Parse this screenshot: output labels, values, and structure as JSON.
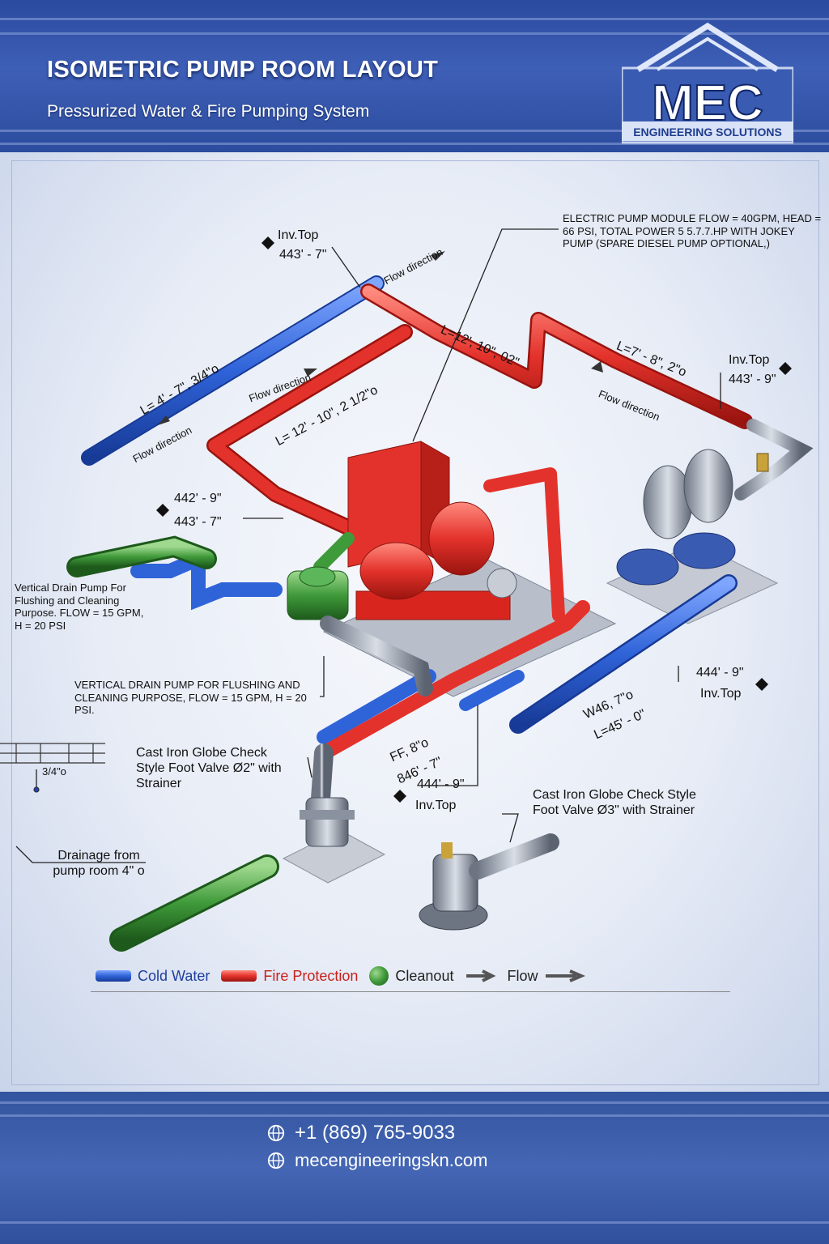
{
  "header": {
    "title": "ISOMETRIC PUMP ROOM LAYOUT",
    "subtitle": "Pressurized Water & Fire Pumping System",
    "logo_text": "MEC",
    "logo_tagline": "ENGINEERING SOLUTIONS"
  },
  "annotations": {
    "inv_top_1": "Inv.Top",
    "inv_top_1_value": "443' - 7\"",
    "flow_direction_1": "Flow direction",
    "electric_pump_note": "ELECTRIC PUMP MODULE FLOW = 40GPM, HEAD = 66 PSI, TOTAL POWER 5 5.7.7.HP WITH JOKEY PUMP (SPARE DIESEL PUMP OPTIONAL,)",
    "length_1": "L= 4' - 7\", 3/4\"o",
    "flow_direction_2": "Flow direction",
    "length_2": "L=12', 10\", 02\"",
    "length_3": "L=7' - 8\", 2\"o",
    "inv_top_2": "Inv.Top",
    "inv_top_2_value": "443' - 9\"",
    "flow_direction_3": "Flow direction",
    "length_4": "L= 12' - 10\", 2 1/2\"o",
    "flow_direction_4": "Flow direction",
    "elev_1": "442' - 9\"",
    "elev_2": "443' - 7\"",
    "drain_pump_note_1": "Vertical Drain Pump For Flushing and Cleaning Purpose. FLOW = 15 GPM, H = 20 PSI",
    "drain_pump_note_2": "VERTICAL DRAIN PUMP FOR FLUSHING AND CLEANING PURPOSE, FLOW = 15 GPM, H = 20 PSI.",
    "elev_3": "444' - 9\"",
    "inv_top_3": "Inv.Top",
    "w46": "W46, 7\"o",
    "length_5": "L=45' - 0\"",
    "ff_size": "FF, 8\"o",
    "ff_elev": "846' - 7\"",
    "elev_4": "444' - 9\"",
    "inv_top_4": "Inv.Top",
    "pipe_size_small": "3/4\"o",
    "foot_valve_1": "Cast Iron Globe Check Style Foot Valve Ø2\" with Strainer",
    "foot_valve_2": "Cast Iron Globe Check Style Foot Valve Ø3\" with Strainer",
    "drainage_note": "Drainage from pump room 4\" o"
  },
  "legend": {
    "cold_water": "Cold Water",
    "fire_protection": "Fire Protection",
    "cleanout": "Cleanout",
    "flow": "Flow"
  },
  "colors": {
    "cold_water": "#2f63d8",
    "fire_protection": "#e3322b",
    "cleanout": "#3f9a3a",
    "header": "#2f4fa3"
  },
  "footer": {
    "phone": "+1 (869) 765-9033",
    "website": "mecengineeringskn.com"
  }
}
